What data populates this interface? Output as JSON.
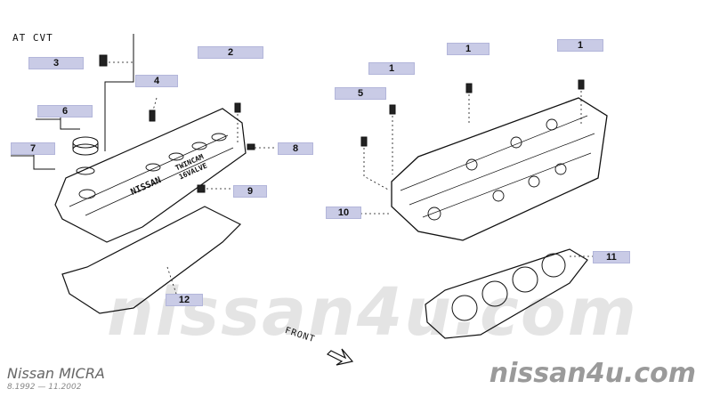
{
  "diagram": {
    "note_text": "AT CVT",
    "front_label": "FRONT",
    "watermark": "nissan4u.com",
    "footer": {
      "model": "Nissan  MICRA",
      "dates": "8.1992  —  11.2002",
      "site": "nissan4u.com"
    },
    "cover_text": [
      "NISSAN",
      "TWINCAM",
      "16VALVE"
    ],
    "callouts": {
      "c3": "3",
      "c2": "2",
      "c4": "4",
      "c6": "6",
      "c7": "7",
      "c8": "8",
      "c9": "9",
      "c12": "12",
      "c5": "5",
      "c1a": "1",
      "c1b": "1",
      "c1c": "1",
      "c10": "10",
      "c11": "11"
    }
  }
}
